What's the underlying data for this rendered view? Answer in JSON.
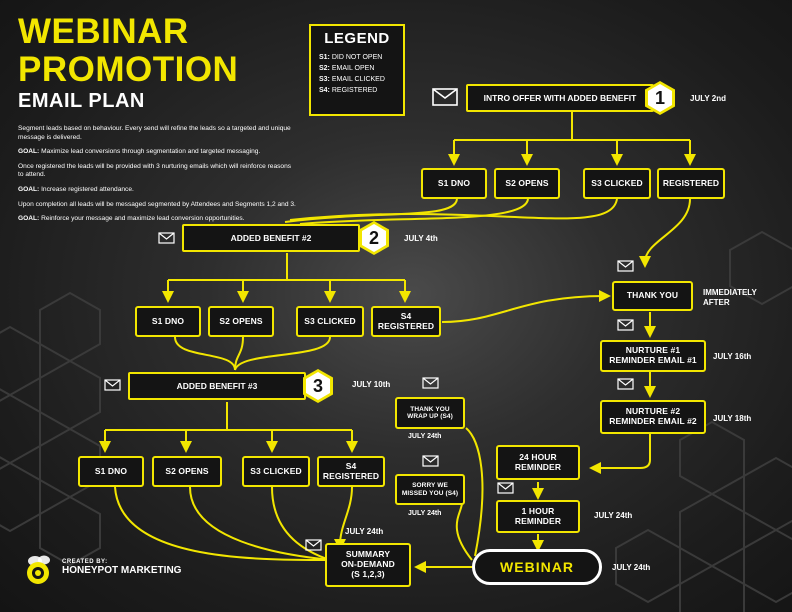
{
  "title": {
    "line1": "WEBINAR",
    "line2": "PROMOTION",
    "line3": "EMAIL PLAN"
  },
  "intro": {
    "p1": "Segment leads based on behaviour. Every send will refine the leads so a targeted and unique message is delivered.",
    "goal1_label": "GOAL:",
    "goal1_text": " Maximize lead conversions through segmentation and targeted messaging.",
    "p2": "Once registered the leads will be provided with 3 nurturing emails which will reinforce reasons to attend.",
    "goal2_label": "GOAL:",
    "goal2_text": " Increase registered attendance.",
    "p3": "Upon completion all leads will be messaged segmented by Attendees and Segments 1,2 and 3.",
    "goal3_label": "GOAL:",
    "goal3_text": " Reinforce your message and maximize lead conversion opportunities."
  },
  "legend": {
    "title": "LEGEND",
    "items": [
      {
        "code": "S1:",
        "text": "DID NOT OPEN"
      },
      {
        "code": "S2:",
        "text": "EMAIL OPEN"
      },
      {
        "code": "S3:",
        "text": "EMAIL CLICKED"
      },
      {
        "code": "S4:",
        "text": "REGISTERED"
      }
    ]
  },
  "stage1": {
    "label": "INTRO OFFER WITH ADDED BENEFIT",
    "number": "1",
    "date": "JULY 2nd"
  },
  "stage2": {
    "label": "ADDED BENEFIT #2",
    "number": "2",
    "date": "JULY 4th"
  },
  "stage3": {
    "label": "ADDED BENEFIT #3",
    "number": "3",
    "date": "JULY 10th"
  },
  "row1": [
    "S1 DNO",
    "S2 OPENS",
    "S3 CLICKED",
    "REGISTERED"
  ],
  "row2": [
    "S1 DNO",
    "S2 OPENS",
    "S3 CLICKED",
    "S4\nREGISTERED"
  ],
  "row3": [
    "S1 DNO",
    "S2 OPENS",
    "S3 CLICKED",
    "S4\nREGISTERED"
  ],
  "right_chain": {
    "thank_you": "THANK YOU",
    "thank_you_date": "IMMEDIATELY\nAFTER",
    "nurture1": "NURTURE #1\nREMINDER EMAIL #1",
    "nurture1_date": "JULY 16th",
    "nurture2": "NURTURE #2\nREMINDER EMAIL #2",
    "nurture2_date": "JULY 18th",
    "reminder24": "24 HOUR\nREMINDER",
    "reminder1": "1 HOUR\nREMINDER",
    "reminder1_date": "JULY 24th",
    "webinar": "WEBINAR",
    "webinar_date": "JULY 24th"
  },
  "post": {
    "wrapup": "THANK YOU\nWRAP UP (S4)",
    "wrapup_date": "JULY 24th",
    "missed": "SORRY WE\nMISSED YOU (S4)",
    "missed_date": "JULY 24th",
    "summary": "SUMMARY\nON-DEMAND\n(S 1,2,3)",
    "summary_date": "JULY 24th"
  },
  "credit": {
    "line1": "CREATED BY:",
    "line2": "HONEYPOT MARKETING"
  },
  "colors": {
    "accent": "#f2e600",
    "background": "#1c1c1c",
    "text": "#ffffff"
  },
  "icons": [
    "envelope-icon",
    "bee-logo-icon",
    "number-hexagon-icon"
  ]
}
